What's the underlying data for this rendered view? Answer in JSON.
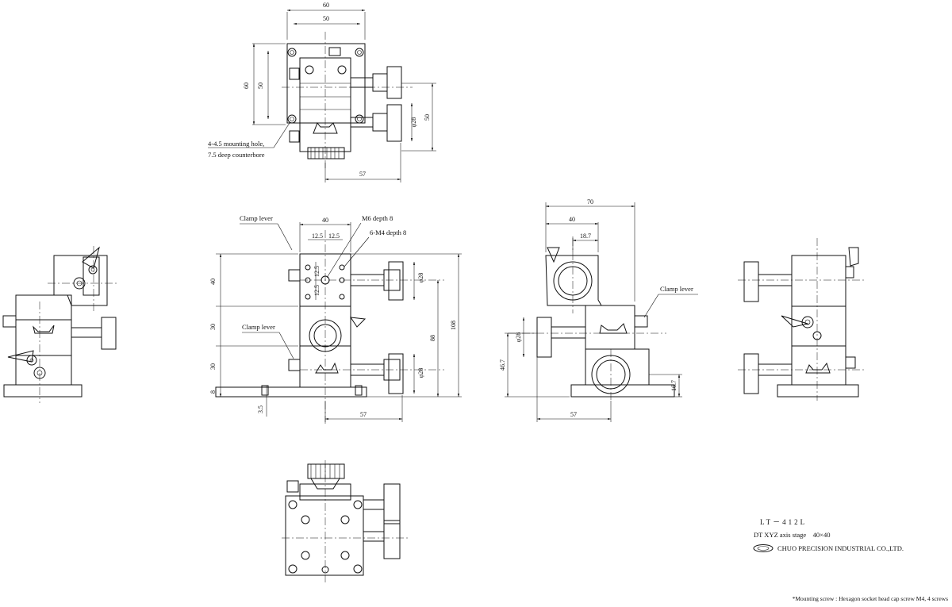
{
  "drawing": {
    "model": "LT－412L",
    "description": "DT XYZ axis stage　40×40",
    "company": "CHUO PRECISION INDUSTRIAL CO.,LTD.",
    "footnote": "*Mounting screw : Hexagon socket head cap screw M4, 4 screws"
  },
  "top_view": {
    "dim_width_outer": "60",
    "dim_width_inner": "50",
    "dim_height_outer": "60",
    "dim_height_inner": "50",
    "dim_knob_span": "50",
    "dim_knob_dia": "φ28",
    "dim_offset": "57",
    "note_line1": "4-4.5 mounting hole,",
    "note_line2": "7.5 deep counterbore"
  },
  "front_view": {
    "clamp_lever_top": "Clamp lever",
    "clamp_lever_mid": "Clamp lever",
    "tapped_m6": "M6 depth 8",
    "tapped_m4": "6-M4 depth 8",
    "dim_width": "40",
    "dim_pitch_a": "12.5",
    "dim_pitch_b": "12.5",
    "dim_vpitch_a": "12.5",
    "dim_vpitch_b": "12.5",
    "dim_stage_top": "40",
    "dim_stage_mid": "30",
    "dim_stage_low": "30",
    "dim_base": "8",
    "dim_foot": "3.5",
    "dim_total": "108",
    "dim_travel": "88",
    "dim_knob_dia_top": "φ28",
    "dim_knob_dia_low": "φ28",
    "dim_offset": "57"
  },
  "side_view": {
    "dim_total": "70",
    "dim_width": "40",
    "dim_offset": "18.7",
    "clamp_lever": "Clamp lever",
    "dim_knob_dia": "φ28",
    "dim_height_a": "46.7",
    "dim_height_b": "16.7",
    "dim_offset_bottom": "57"
  }
}
